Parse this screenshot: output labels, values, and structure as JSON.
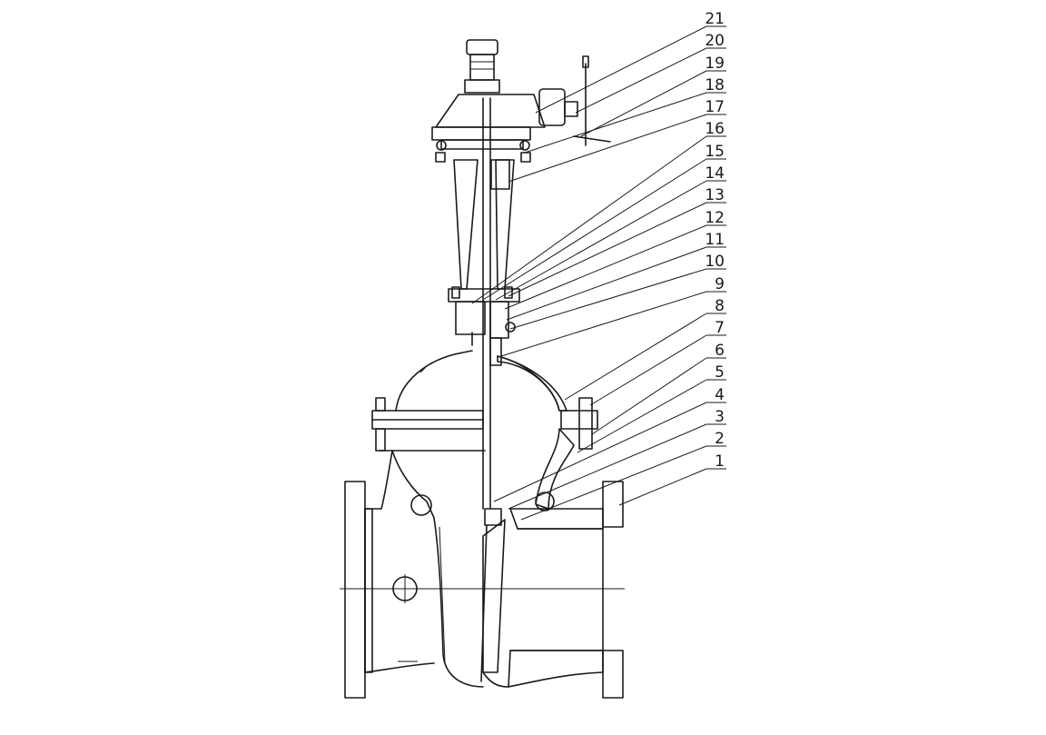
{
  "diagram": {
    "callouts": [
      "21",
      "20",
      "19",
      "18",
      "17",
      "16",
      "15",
      "14",
      "13",
      "12",
      "11",
      "10",
      "9",
      "8",
      "7",
      "6",
      "5",
      "4",
      "3",
      "2",
      "1"
    ]
  }
}
